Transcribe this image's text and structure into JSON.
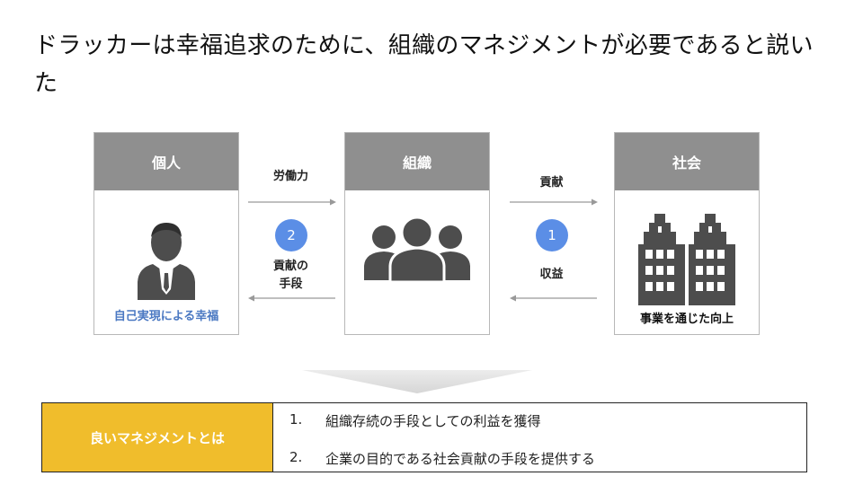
{
  "title": "ドラッカーは幸福追求のために、組織のマネジメントが必要であると説いた",
  "nodes": {
    "individual": {
      "label": "個人",
      "caption": "自己実現による幸福",
      "caption_color": "#4a78c2"
    },
    "organization": {
      "label": "組織"
    },
    "society": {
      "label": "社会",
      "caption": "事業を通じた向上",
      "caption_color": "#111111"
    }
  },
  "edges": {
    "individual_to_org": {
      "label": "労働力"
    },
    "org_to_individual": {
      "badge": "2",
      "label_line1": "貢献の",
      "label_line2": "手段"
    },
    "org_to_society": {
      "label": "貢献"
    },
    "society_to_org": {
      "badge": "1",
      "label": "収益"
    }
  },
  "summary": {
    "heading": "良いマネジメントとは",
    "items": [
      {
        "num": "1.",
        "text": "組織存続の手段としての利益を獲得"
      },
      {
        "num": "2.",
        "text": "企業の目的である社会貢献の手段を提供する"
      }
    ]
  },
  "colors": {
    "header_gray": "#8f8f8f",
    "icon_gray": "#4d4d4d",
    "badge_blue": "#5b8ee6",
    "summary_yellow": "#f0bd2c"
  },
  "icons": [
    "businessman-icon",
    "group-icon",
    "buildings-icon",
    "down-chevron-icon"
  ]
}
